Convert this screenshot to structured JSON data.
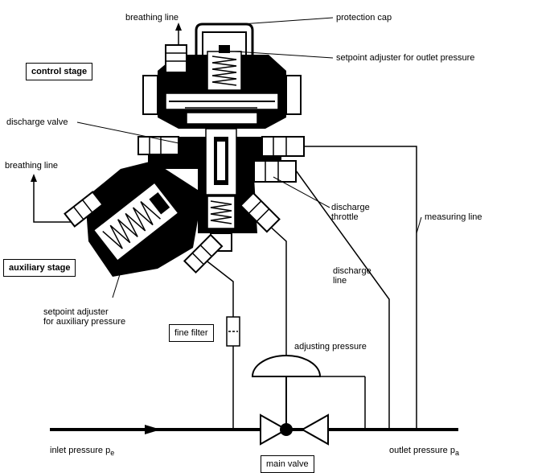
{
  "labels": {
    "breathing_line_top": "breathing line",
    "protection_cap": "protection cap",
    "control_stage": "control stage",
    "setpoint_outlet": "setpoint adjuster for outlet pressure",
    "discharge_valve": "discharge valve",
    "breathing_line_left": "breathing line",
    "discharge_throttle_1": "discharge",
    "discharge_throttle_2": "throttle",
    "measuring_line": "measuring line",
    "auxiliary_stage": "auxiliary stage",
    "discharge_line_1": "discharge",
    "discharge_line_2": "line",
    "setpoint_aux_1": "setpoint adjuster",
    "setpoint_aux_2": "for auxiliary pressure",
    "fine_filter": "fine filter",
    "adjusting_pressure": "adjusting pressure",
    "inlet_pressure": "inlet pressure p",
    "inlet_sub": "e",
    "outlet_pressure": "outlet pressure p",
    "outlet_sub": "a",
    "main_valve": "main valve"
  }
}
